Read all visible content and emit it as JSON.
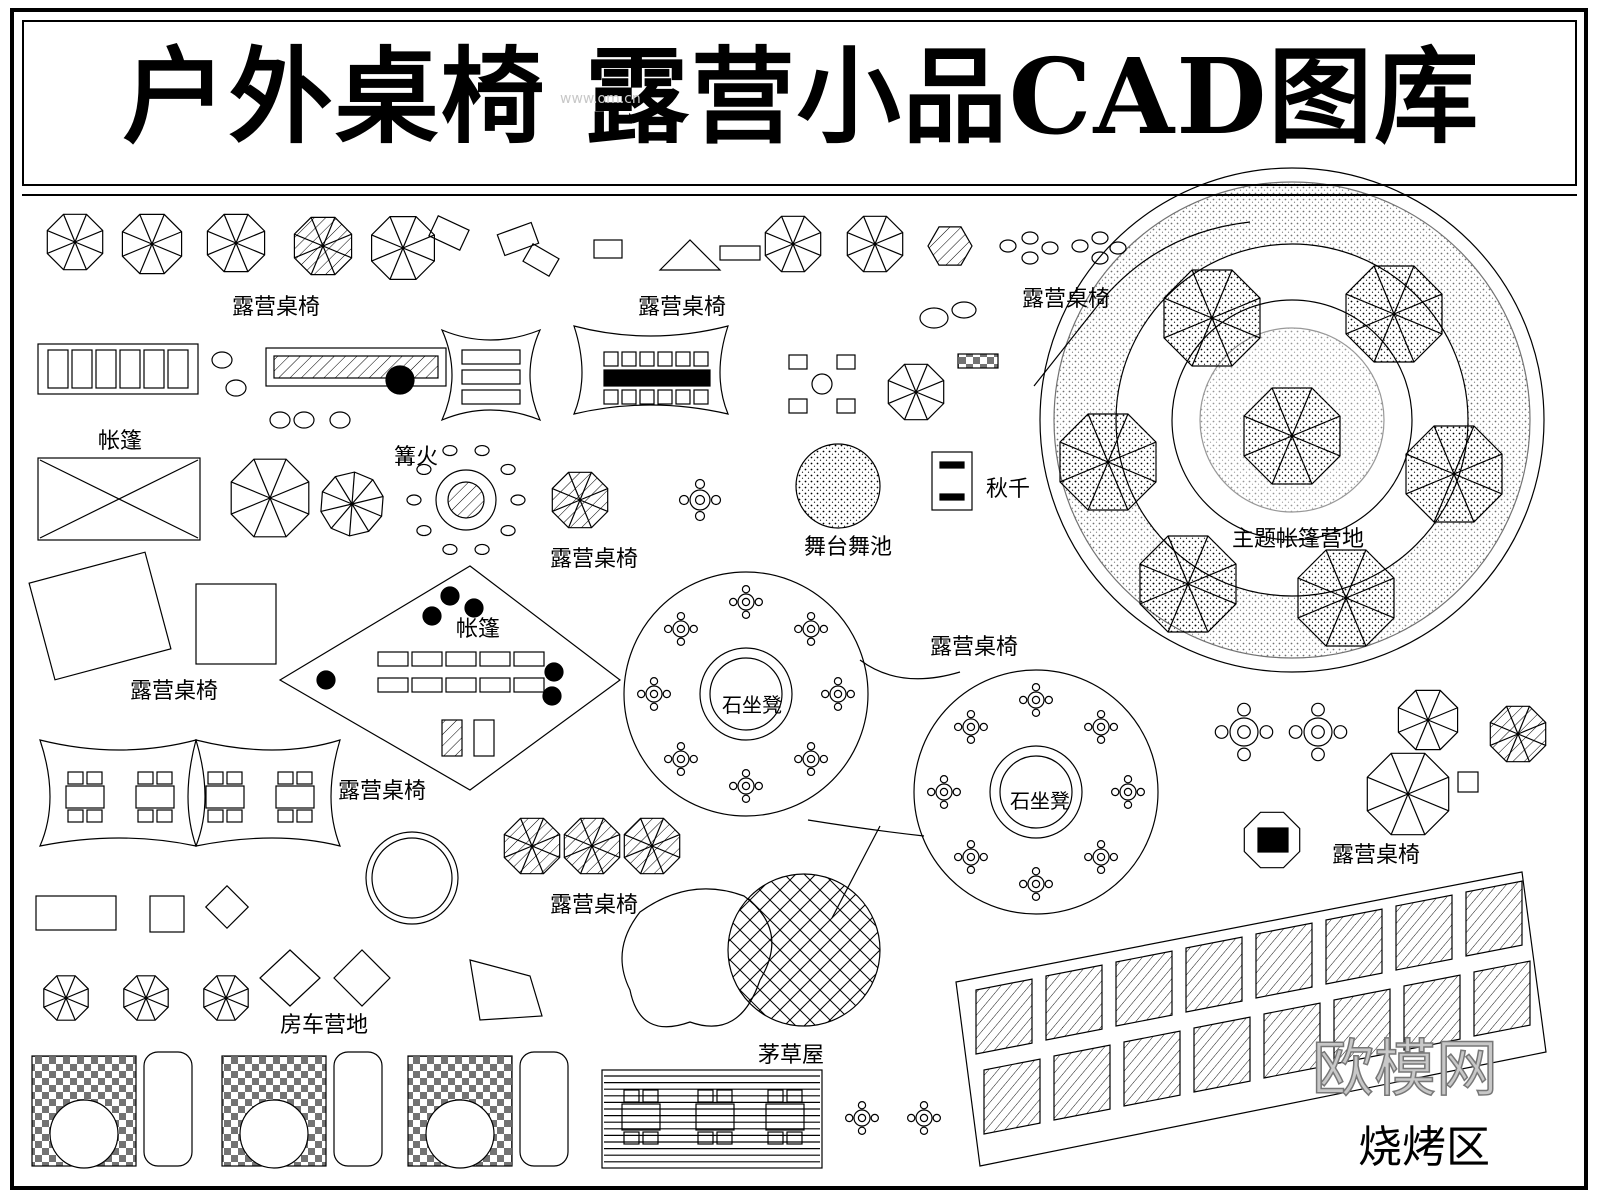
{
  "title": "户外桌椅  露营小品CAD图库",
  "labels": {
    "camp_chairs_1": "露营桌椅",
    "camp_chairs_2": "露营桌椅",
    "camp_chairs_3": "露营桌椅",
    "tent_1": "帐篷",
    "bonfire": "篝火",
    "camp_chairs_4": "露营桌椅",
    "stage": "舞台舞池",
    "swing": "秋千",
    "theme_camp": "主题帐篷营地",
    "camp_chairs_5": "露营桌椅",
    "tent_2": "帐篷",
    "camp_chairs_6": "露营桌椅",
    "stone_bench_1": "石坐凳",
    "stone_bench_2": "石坐凳",
    "camp_chairs_7": "露营桌椅",
    "camp_chairs_8": "露营桌椅",
    "camp_chairs_9": "露营桌椅",
    "rv_camp": "房车营地",
    "thatched_hut": "茅草屋",
    "bbq_area": "烧烤区"
  },
  "watermark": {
    "logo": "欧模网",
    "url": "www.om.cn"
  }
}
